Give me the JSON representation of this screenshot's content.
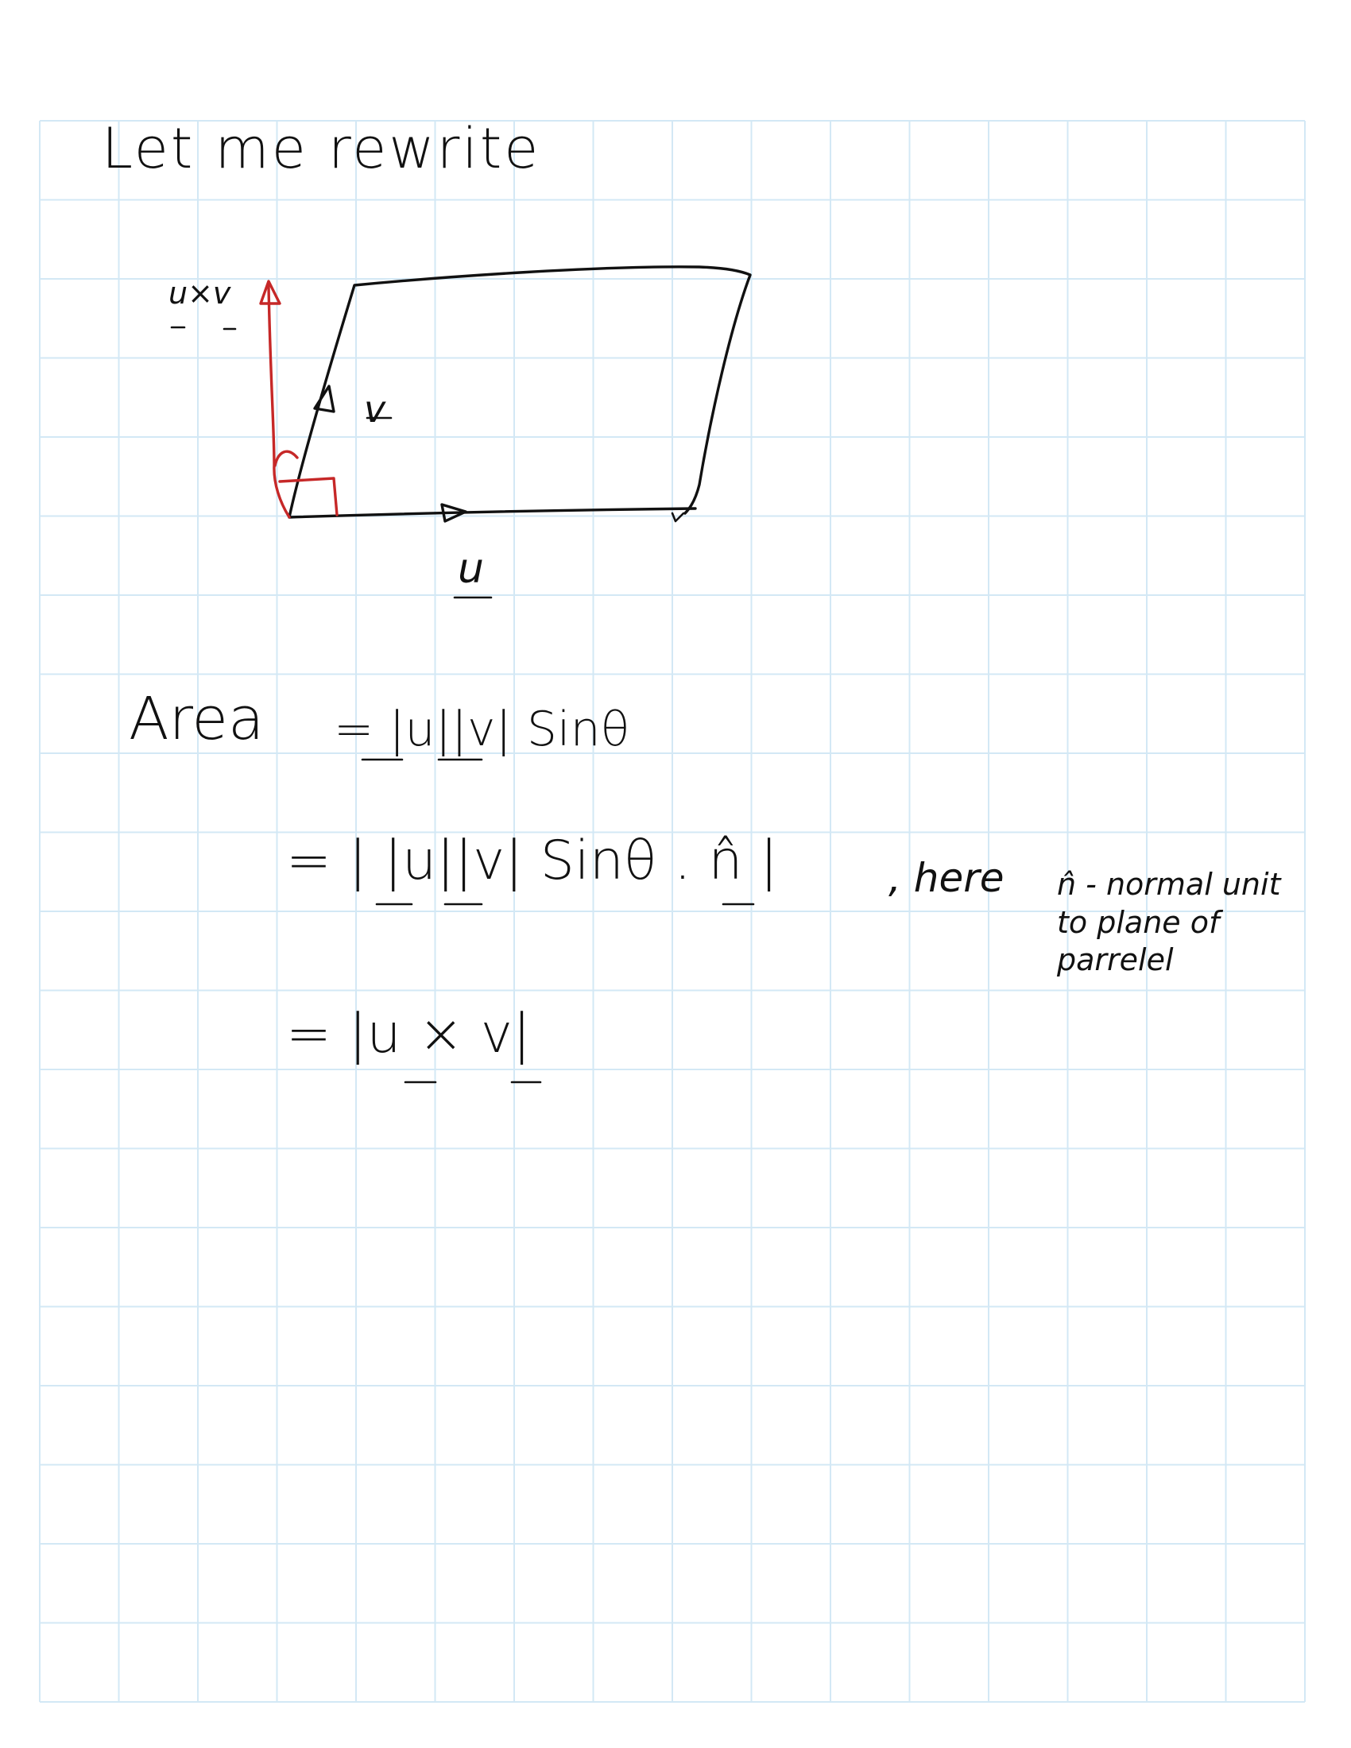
{
  "colors": {
    "paper": "#ffffff",
    "grid": "#d3e8f5",
    "ink": "#111111",
    "red_ink": "#c62828"
  },
  "note": {
    "heading": "Let me rewrite",
    "diagram": {
      "vector_cross_label": "u×v",
      "vector_v_label": "v",
      "vector_u_label": "u"
    },
    "equations": {
      "line1_lhs": "Area",
      "line1_rhs": "= |u||v| Sinθ",
      "line2": "= | |u||v| Sinθ . n̂ |",
      "line3": "= |u × v|"
    },
    "side_note": {
      "lead": ", here",
      "text": "n̂ - normal unit\nto plane of\nparrelel"
    }
  }
}
